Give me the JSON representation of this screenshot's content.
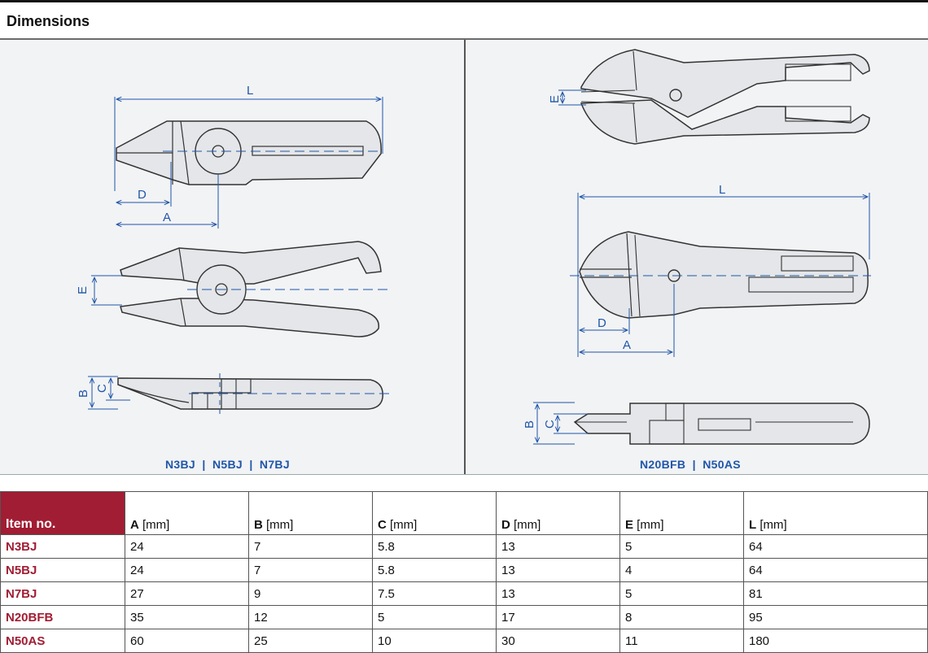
{
  "section": {
    "title": "Dimensions"
  },
  "drawings": {
    "left": {
      "caption": "N3BJ  |  N5BJ  |  N7BJ",
      "labels": {
        "L": "L",
        "D": "D",
        "A": "A",
        "E": "E",
        "B": "B",
        "C": "C"
      }
    },
    "right": {
      "caption": "N20BFB  |  N50AS",
      "labels": {
        "L": "L",
        "D": "D",
        "A": "A",
        "E": "E",
        "B": "B",
        "C": "C"
      }
    }
  },
  "table": {
    "headers": [
      {
        "name": "Item no.",
        "unit": ""
      },
      {
        "name": "A",
        "unit": " [mm]"
      },
      {
        "name": "B",
        "unit": " [mm]"
      },
      {
        "name": "C",
        "unit": " [mm]"
      },
      {
        "name": "D",
        "unit": " [mm]"
      },
      {
        "name": "E",
        "unit": " [mm]"
      },
      {
        "name": "L",
        "unit": " [mm]"
      }
    ],
    "rows": [
      [
        "N3BJ",
        "24",
        "7",
        "5.8",
        "13",
        "5",
        "64"
      ],
      [
        "N5BJ",
        "24",
        "7",
        "5.8",
        "13",
        "4",
        "64"
      ],
      [
        "N7BJ",
        "27",
        "9",
        "7.5",
        "13",
        "5",
        "81"
      ],
      [
        "N20BFB",
        "35",
        "12",
        "5",
        "17",
        "8",
        "95"
      ],
      [
        "N50AS",
        "60",
        "25",
        "10",
        "30",
        "11",
        "180"
      ]
    ]
  },
  "colors": {
    "accent": "#a11d33",
    "dimension_blue": "#1f56a8",
    "outline": "#333333"
  }
}
